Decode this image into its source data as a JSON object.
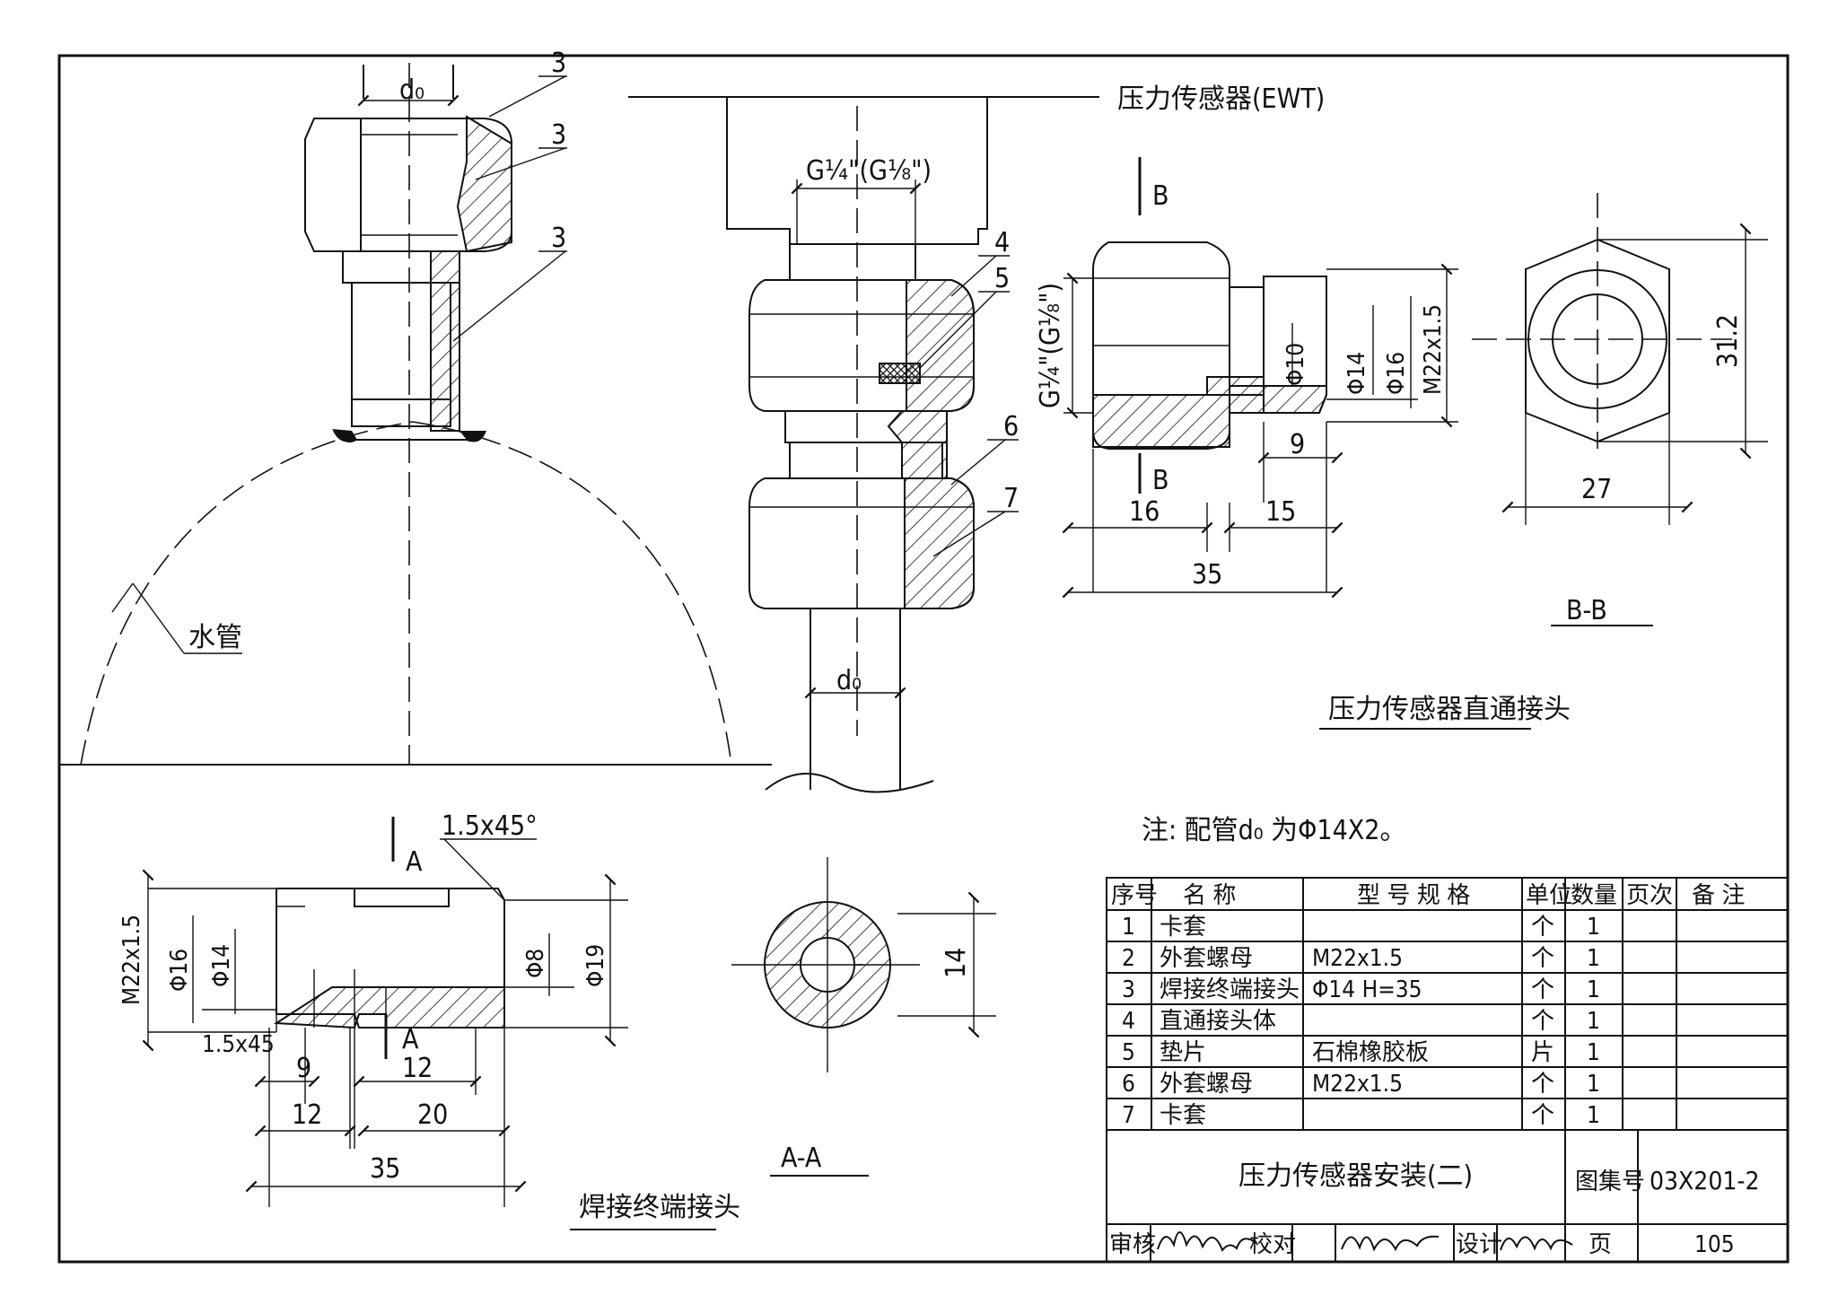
{
  "labels": {
    "d0_top": "d₀",
    "d0_mid": "d₀",
    "item3_a": "3",
    "item3_b": "3",
    "item3_c": "3",
    "item4": "4",
    "item5": "5",
    "item6": "6",
    "item7": "7",
    "sensor": "压力传感器(EWT)",
    "g_thread_top": "G¼\"(G⅛\")",
    "g_thread_side": "G¼\"(G⅛\")",
    "water_pipe": "水管",
    "section_b_top": "B",
    "section_b_bottom": "B",
    "phi10": "Φ10",
    "phi14_b": "Φ14",
    "phi16_b": "Φ16",
    "m22_b": "M22x1.5",
    "dim9_b": "9",
    "dim16_b": "16",
    "dim15_b": "15",
    "dim35_b": "35",
    "dim31_2": "31.2",
    "dim27": "27",
    "view_bb": "B-B",
    "title_straight": "压力传感器直通接头",
    "chamfer_top": "1.5x45°",
    "section_a_top": "A",
    "section_a_bottom": "A",
    "m22_a": "M22x1.5",
    "phi16_a": "Φ16",
    "phi14_a": "Φ14",
    "phi8_a": "Φ8",
    "phi19_a": "Φ19",
    "chamfer_left": "1.5x45",
    "dim9_a": "9",
    "dim12_a_top": "12",
    "dim12_a": "12",
    "dim20_a": "20",
    "dim35_a": "35",
    "dim14_aa": "14",
    "view_aa": "A-A",
    "title_weld": "焊接终端接头",
    "note": "注: 配管d₀ 为Φ14X2。"
  },
  "bom": {
    "headers": [
      "序号",
      "名  称",
      "型 号 规 格",
      "单位",
      "数量",
      "页次",
      "备  注"
    ],
    "rows": [
      {
        "no": "1",
        "name": "卡套",
        "spec": "",
        "unit": "个",
        "qty": "1"
      },
      {
        "no": "2",
        "name": "外套螺母",
        "spec": "M22x1.5",
        "unit": "个",
        "qty": "1"
      },
      {
        "no": "3",
        "name": "焊接终端接头",
        "spec": "Φ14   H=35",
        "unit": "个",
        "qty": "1"
      },
      {
        "no": "4",
        "name": "直通接头体",
        "spec": "",
        "unit": "个",
        "qty": "1"
      },
      {
        "no": "5",
        "name": "垫片",
        "spec": "石棉橡胶板",
        "unit": "片",
        "qty": "1"
      },
      {
        "no": "6",
        "name": "外套螺母",
        "spec": "M22x1.5",
        "unit": "个",
        "qty": "1"
      },
      {
        "no": "7",
        "name": "卡套",
        "spec": "",
        "unit": "个",
        "qty": "1"
      }
    ]
  },
  "titleblock": {
    "title": "压力传感器安装(二)",
    "atlas_label": "图集号",
    "atlas_no": "03X201-2",
    "review_label": "审核",
    "check_label": "校对",
    "design_label": "设计",
    "page_label": "页",
    "page_no": "105"
  }
}
